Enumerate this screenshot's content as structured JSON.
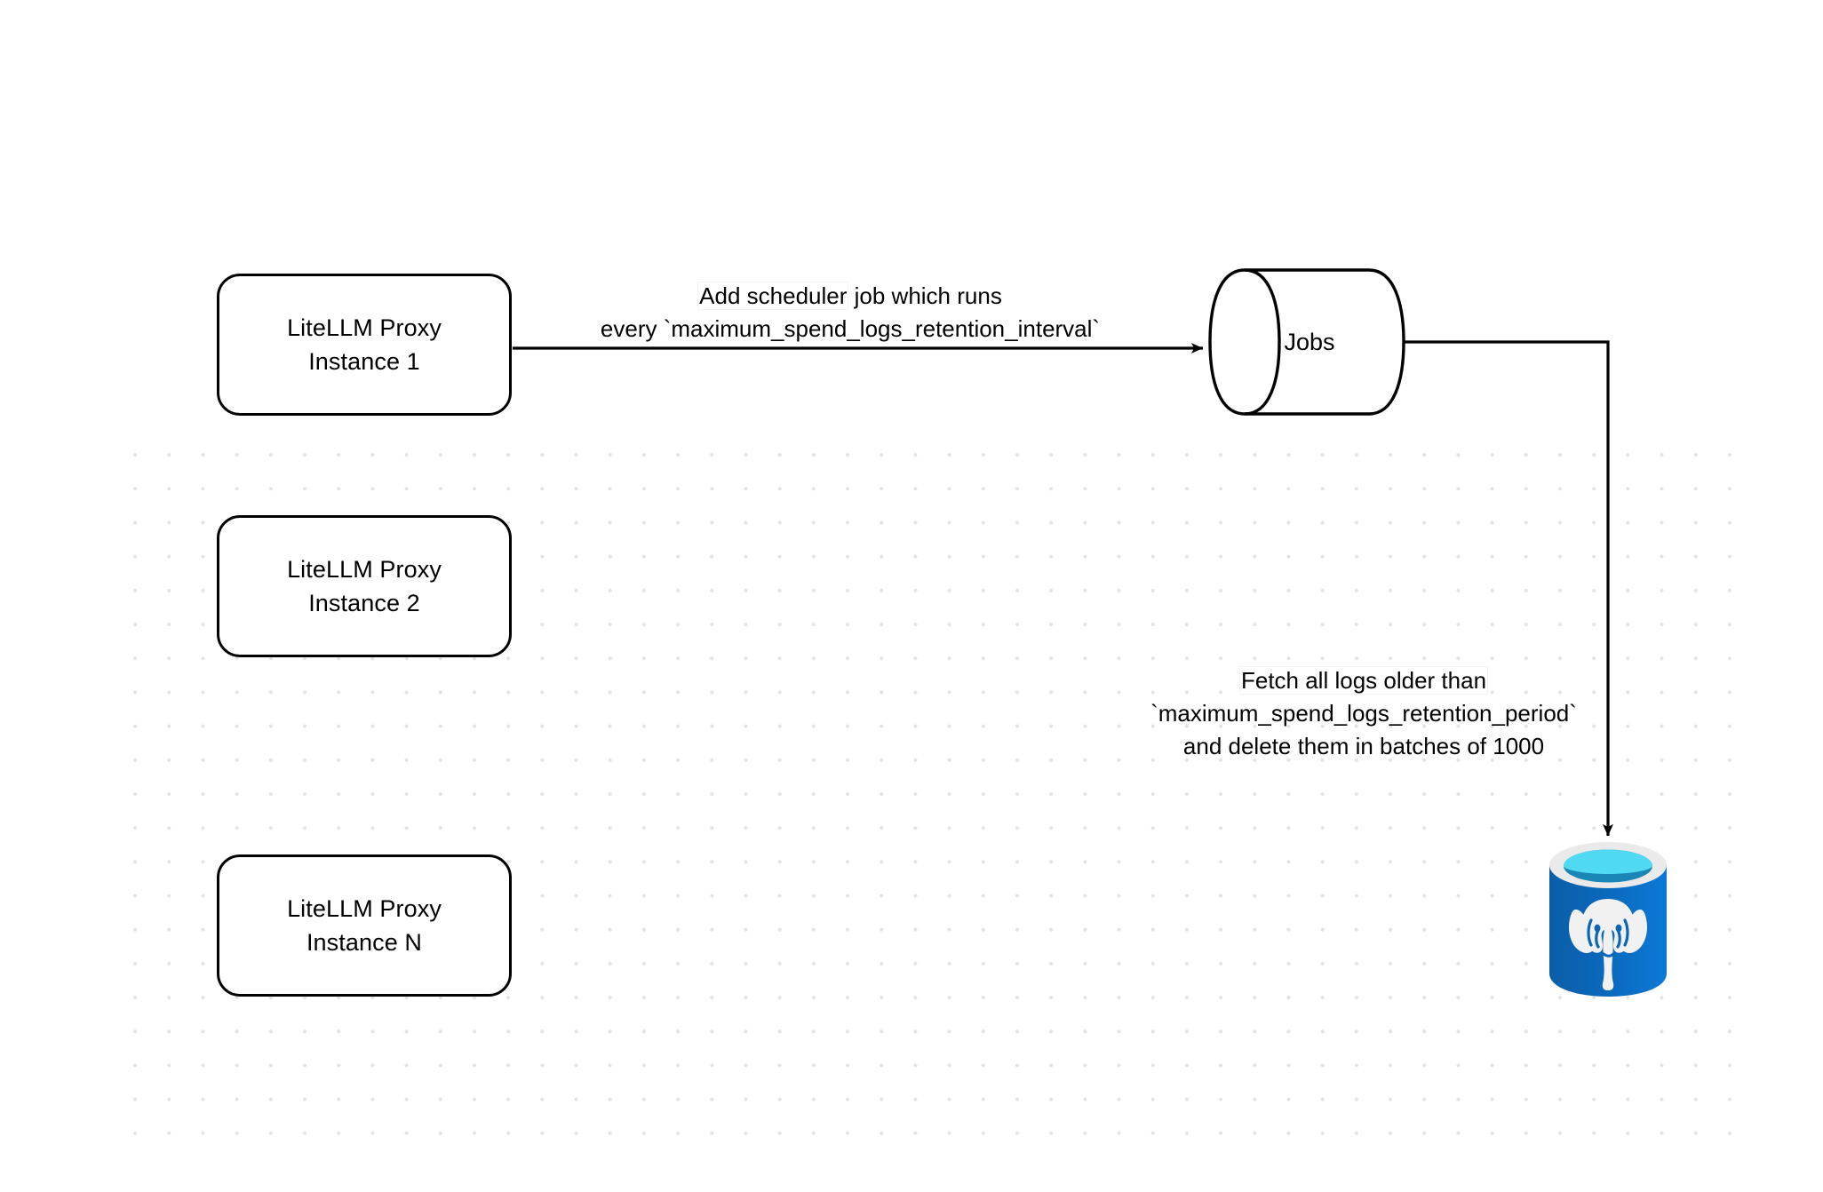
{
  "diagram": {
    "title": "LiteLLM spend logs retention scheduler flow",
    "background_color": "#ffffff",
    "grid_dot_color": "#e3e3e3",
    "stroke_color": "#000000"
  },
  "nodes": {
    "proxy_instances": [
      {
        "id": "instance-1",
        "line1": "LiteLLM Proxy",
        "line2": "Instance 1"
      },
      {
        "id": "instance-2",
        "line1": "LiteLLM Proxy",
        "line2": "Instance 2"
      },
      {
        "id": "instance-n",
        "line1": "LiteLLM Proxy",
        "line2": "Instance N"
      }
    ],
    "jobs_queue": {
      "id": "jobs-cylinder",
      "label": "Jobs",
      "shape": "cylinder"
    },
    "database": {
      "id": "postgres-database",
      "shape": "database-cylinder",
      "icon_name": "postgresql-database-icon",
      "colors": {
        "body_left": "#0a5ea8",
        "body_right": "#0b79d6",
        "rim": "#eaeaea",
        "top_surface": "#4fd9f2",
        "top_inner": "#1a86b5",
        "elephant": "#f1f1f1"
      }
    }
  },
  "edges": [
    {
      "id": "edge-scheduler",
      "from": "instance-1",
      "to": "jobs-cylinder",
      "label_lines": [
        {
          "text": "Add scheduler",
          "highlight": true,
          "trailing": " job which runs"
        },
        {
          "text": "every `maximum_spend_logs_retention_interval`",
          "highlight": false
        }
      ]
    },
    {
      "id": "edge-delete-logs",
      "from": "jobs-cylinder",
      "to": "postgres-database",
      "label_lines": [
        {
          "text": "Fetch all logs older than",
          "highlight": true
        },
        {
          "text": "`maximum_spend_logs_retention_period`",
          "highlight": false
        },
        {
          "text": "and delete them in batches of 1000",
          "highlight": false
        }
      ]
    }
  ],
  "labels": {
    "edge1_line1_a": "Add scheduler",
    "edge1_line1_b": " job which runs",
    "edge1_line2": "every `maximum_spend_logs_retention_interval`",
    "edge2_line1": "Fetch all logs older than",
    "edge2_line2": "`maximum_spend_logs_retention_period`",
    "edge2_line3": "and delete them in batches of 1000",
    "jobs": "Jobs"
  }
}
